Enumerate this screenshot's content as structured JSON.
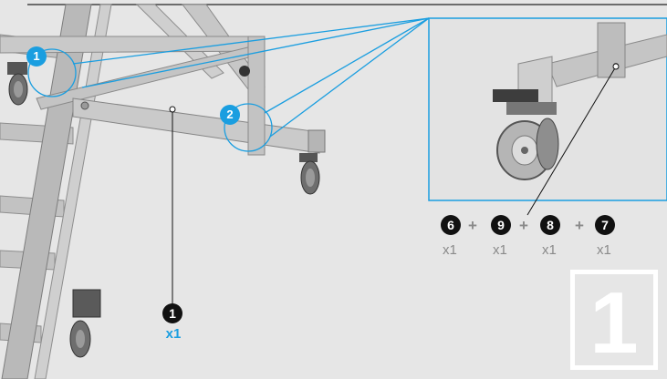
{
  "step": {
    "number": "1"
  },
  "detail_callouts": [
    {
      "label": "1"
    },
    {
      "label": "2"
    }
  ],
  "main_part": {
    "id": "1",
    "qty": "x1"
  },
  "hardware": [
    {
      "id": "6",
      "qty": "x1"
    },
    {
      "id": "9",
      "qty": "x1"
    },
    {
      "id": "8",
      "qty": "x1"
    },
    {
      "id": "7",
      "qty": "x1"
    }
  ],
  "plus_sign": "+",
  "colors": {
    "accent": "#1a9ee0",
    "background": "#e6e6e6",
    "ink": "#111111",
    "qty_grey": "#8a8a8a"
  }
}
